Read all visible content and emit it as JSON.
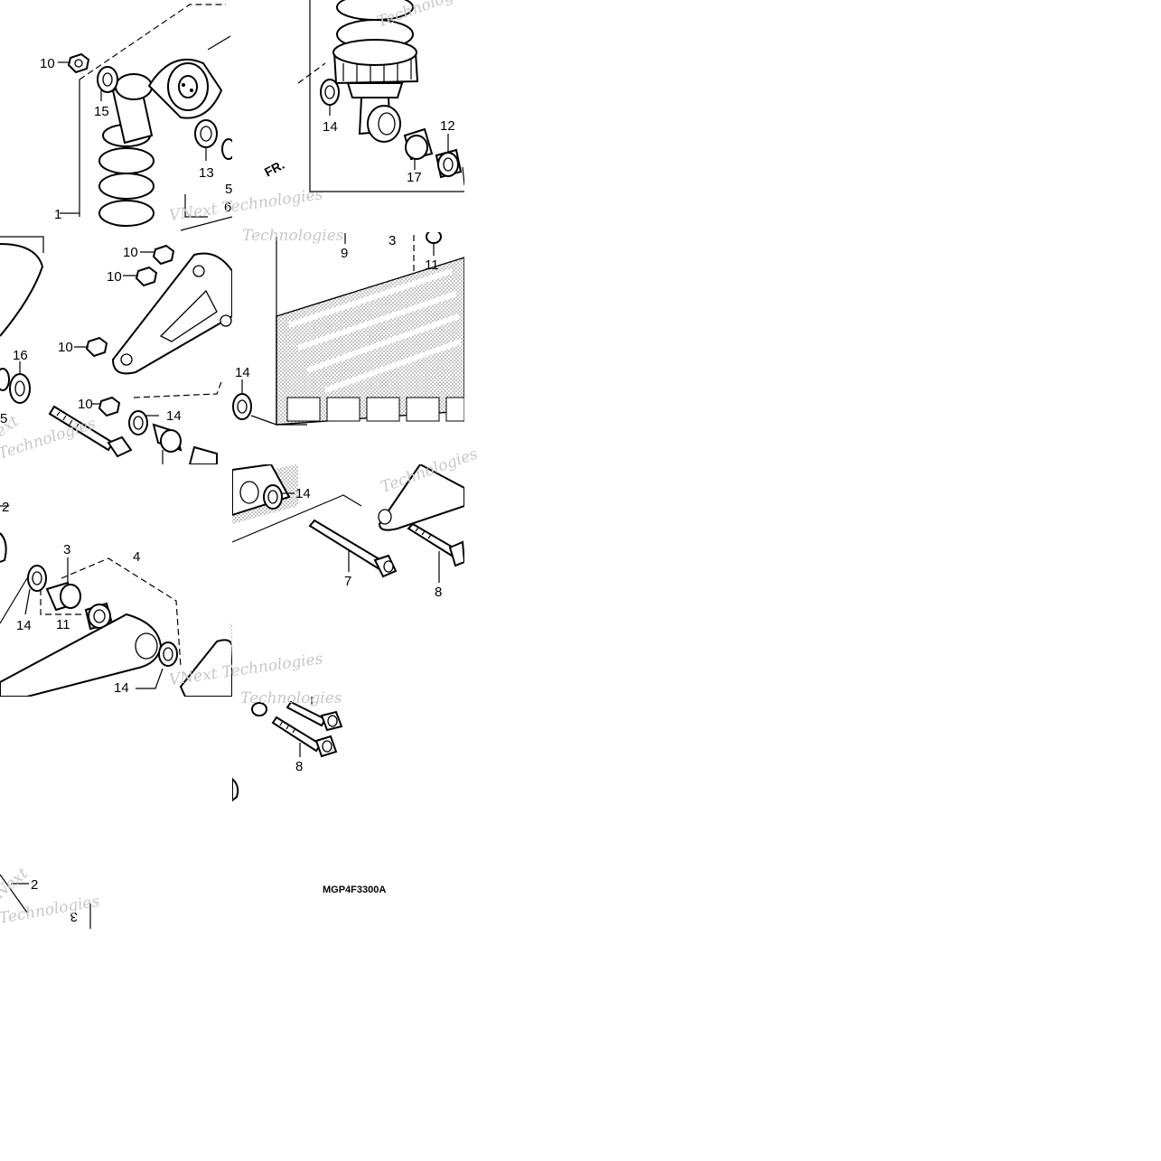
{
  "diagram": {
    "code": "MGP4F3300A",
    "front_marker": "FR.",
    "callouts": {
      "t1_10": "10",
      "t1_15": "15",
      "t1_13": "13",
      "t1_5": "5",
      "t1_1": "1",
      "t1_6": "6",
      "t2_14": "14",
      "t2_12": "12",
      "t2_17": "17",
      "t3_10a": "10",
      "t3_10b": "10",
      "t3_10c": "10",
      "t3_10d": "10",
      "t3_16": "16",
      "t3_5": "5",
      "t3_14": "14",
      "t4_9": "9",
      "t4_3": "3",
      "t4_11": "11",
      "t4_14": "14",
      "t5_2": "2",
      "t5_3": "3",
      "t5_4": "4",
      "t5_14a": "14",
      "t5_11": "11",
      "t5_14b": "14",
      "t6_14": "14",
      "t6_7": "7",
      "t6_8": "8",
      "t7_8": "8",
      "t8_2": "2",
      "t8_3": "3"
    },
    "watermarks": {
      "w1": "Technologies",
      "w2": "VNext Technologies",
      "w3": "Technologies",
      "w4": "Technologies",
      "w5": "Technologies",
      "w6": "VNext Technologies",
      "w7": "Technologies",
      "w8": "Technologies",
      "w9": "Next",
      "w10": "ext"
    }
  }
}
